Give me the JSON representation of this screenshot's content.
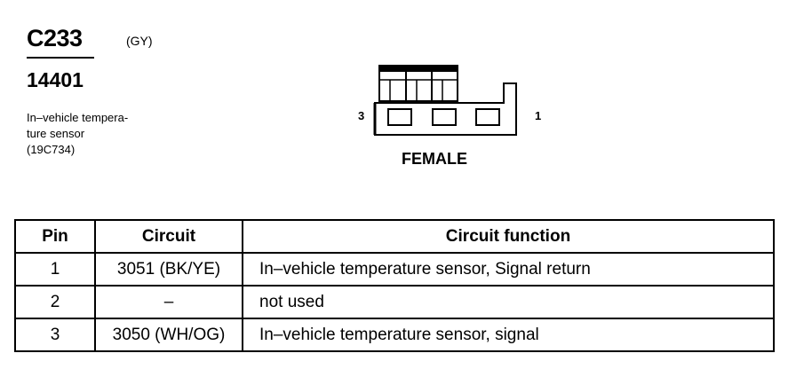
{
  "connector": {
    "id": "C233",
    "color": "(GY)",
    "part_number": "14401",
    "description_lines": [
      "In–vehicle tempera-",
      "ture sensor",
      "(19C734)"
    ],
    "gender": "FEMALE",
    "pin_left": "3",
    "pin_right": "1"
  },
  "table": {
    "headers": [
      "Pin",
      "Circuit",
      "Circuit function"
    ],
    "rows": [
      {
        "pin": "1",
        "circuit": "3051 (BK/YE)",
        "function": "In–vehicle temperature sensor, Signal return"
      },
      {
        "pin": "2",
        "circuit": "–",
        "function": "not used"
      },
      {
        "pin": "3",
        "circuit": "3050 (WH/OG)",
        "function": "In–vehicle temperature sensor, signal"
      }
    ]
  }
}
